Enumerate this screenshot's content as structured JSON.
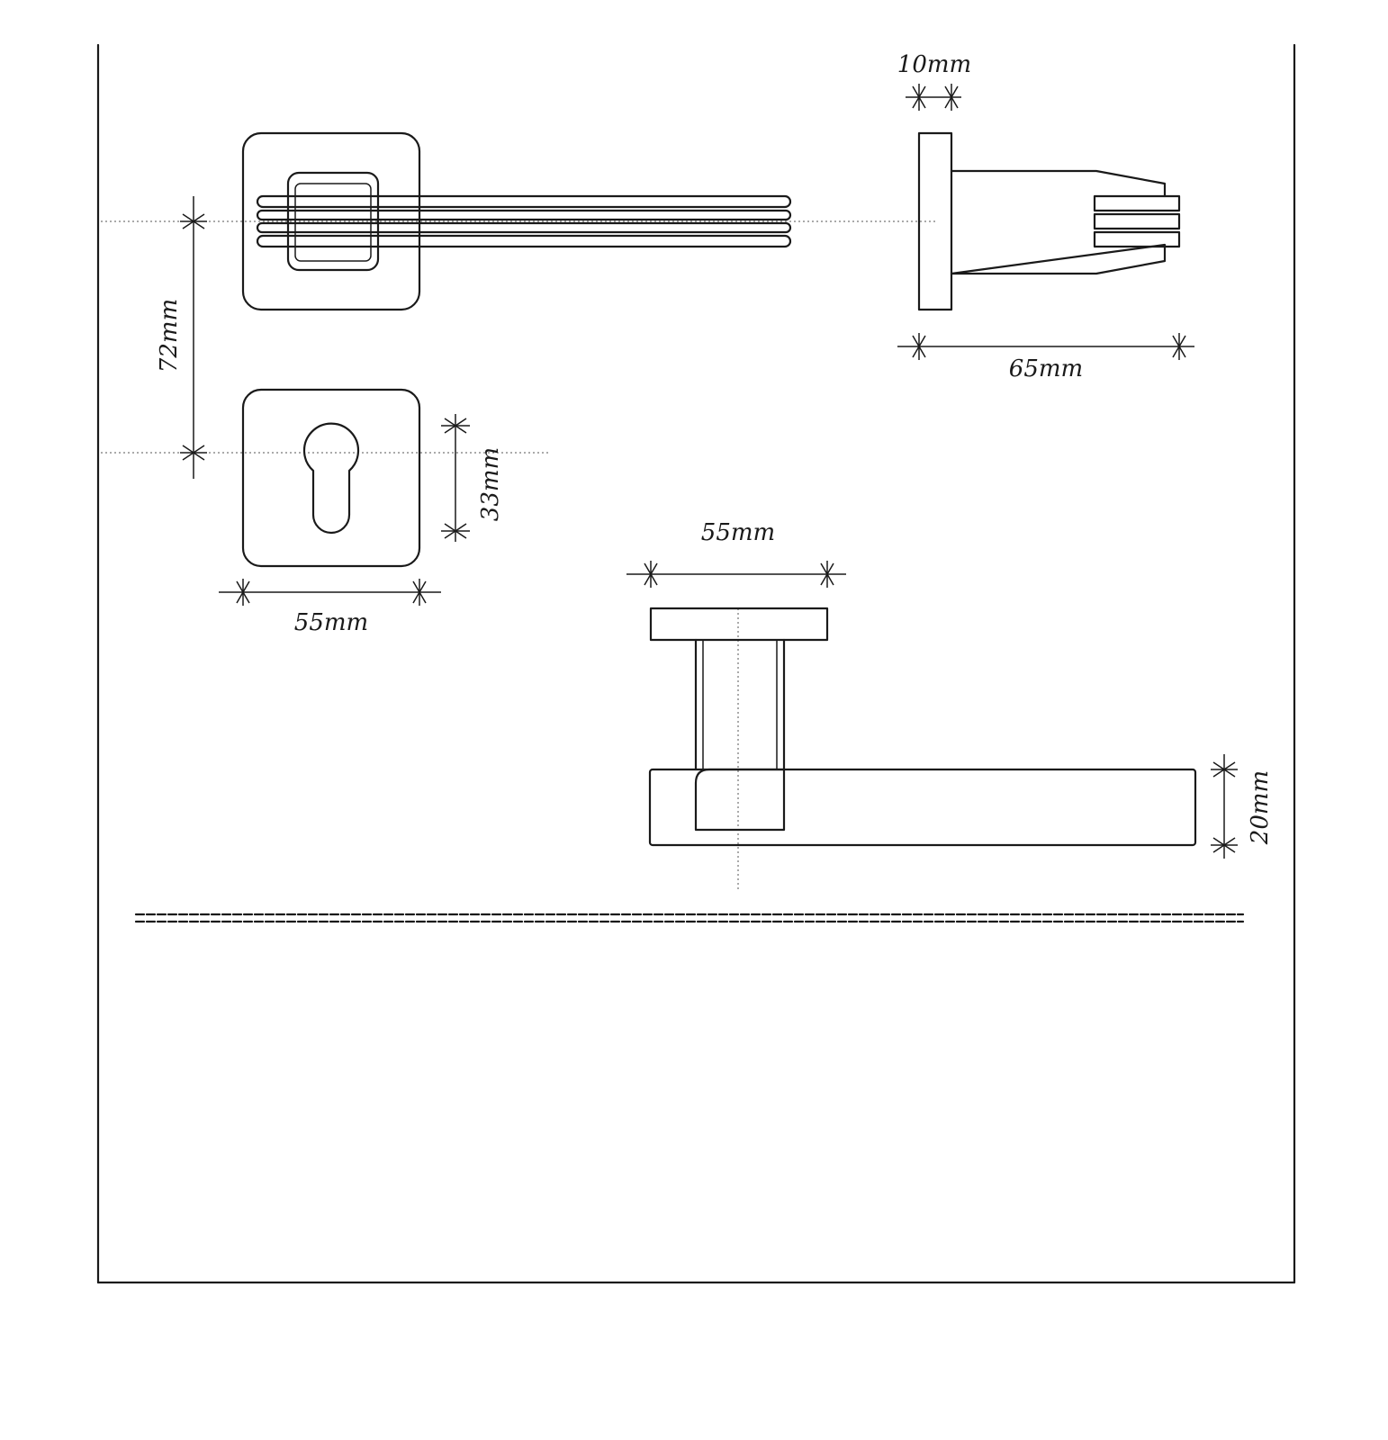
{
  "dimensions": {
    "backplate_gap": "72mm",
    "keyhole_height": "33mm",
    "escutcheon_width": "55mm",
    "rose_thickness": "10mm",
    "projection": "65mm",
    "top_view_rose_width": "55mm",
    "lever_height": "20mm"
  },
  "colors": {
    "line": "#1a1a1a",
    "background": "#ffffff"
  }
}
